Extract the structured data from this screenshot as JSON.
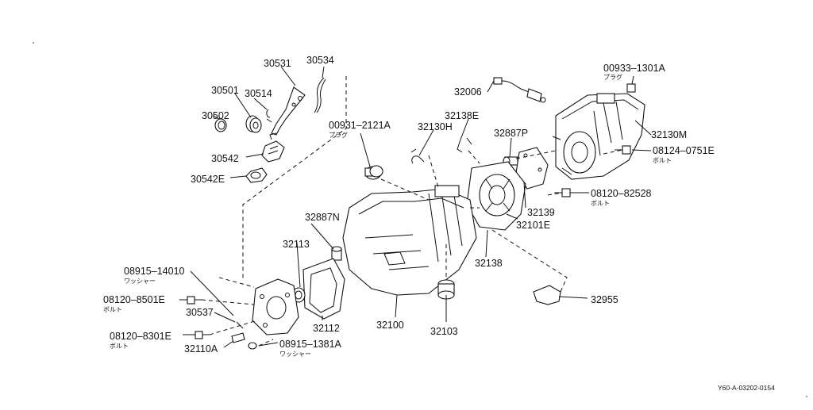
{
  "diagram": {
    "labels": {
      "p30531": "30531",
      "p30534": "30534",
      "p30501": "30501",
      "p30514": "30514",
      "p30502": "30502",
      "p30542": "30542",
      "p30542E": "30542E",
      "p00931": "00931–2121A",
      "p00931_sub": "プラグ",
      "p32130H": "32130H",
      "p32138E": "32138E",
      "p32006": "32006",
      "p00933": "00933–1301A",
      "p00933_sub": "プラグ",
      "p32887P": "32887P",
      "p32130M": "32130M",
      "p08124": "08124–0751E",
      "p08124_sub": "ボルト",
      "p08120_82528": "08120–82528",
      "p08120_82528_sub": "ボルト",
      "p32887N": "32887N",
      "p32139": "32139",
      "p32101E": "32101E",
      "p32113": "32113",
      "p32138": "32138",
      "p08915_14010": "08915–14010",
      "p08915_14010_sub": "ワッシャー",
      "p08120_8501E": "08120–8501E",
      "p08120_8501E_sub": "ボルト",
      "p30537": "30537",
      "p32112": "32112",
      "p32100": "32100",
      "p32103": "32103",
      "p32955": "32955",
      "p08120_8301E": "08120–8301E",
      "p08120_8301E_sub": "ボルト",
      "p32110A": "32110A",
      "p08915_1381A": "08915–1381A",
      "p08915_1381A_sub": "ワッシャー"
    },
    "footer_code": "Y60-A-03202-0154"
  }
}
